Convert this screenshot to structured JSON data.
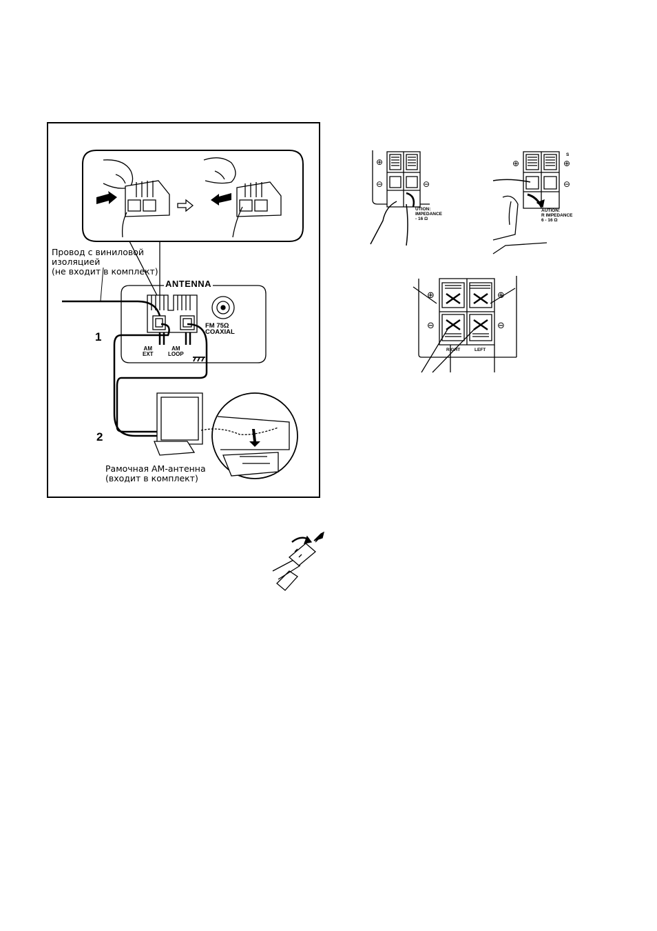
{
  "antenna_panel": {
    "title": "ANTENNA",
    "am_ext": [
      "AM",
      "EXT"
    ],
    "am_loop": [
      "AM",
      "LOOP"
    ],
    "fm": [
      "FM 75Ω",
      "COAXIAL"
    ],
    "step_1": "1",
    "step_2": "2",
    "vinyl_wire_caption": [
      "Провод с виниловой",
      "изоляцией",
      "(не входит в комплект)"
    ],
    "loop_antenna_caption": [
      "Рамочная АМ-антенна",
      "(входит в комплект)"
    ]
  },
  "speaker_terminals": {
    "left_inset": {
      "label_line1": "UTION:",
      "label_line2": "IMPEDANCE",
      "label_line3": "- 16 Ω"
    },
    "right_inset": {
      "label_line1": "AUTION:",
      "label_line2": "R IMPEDANCE",
      "label_line3": "6 - 16 Ω",
      "corner_mark": "S"
    },
    "plus_symbol": "⊕",
    "minus_symbol": "⊖",
    "closeup": {
      "right": "RIGHT",
      "left": "LEFT"
    }
  }
}
